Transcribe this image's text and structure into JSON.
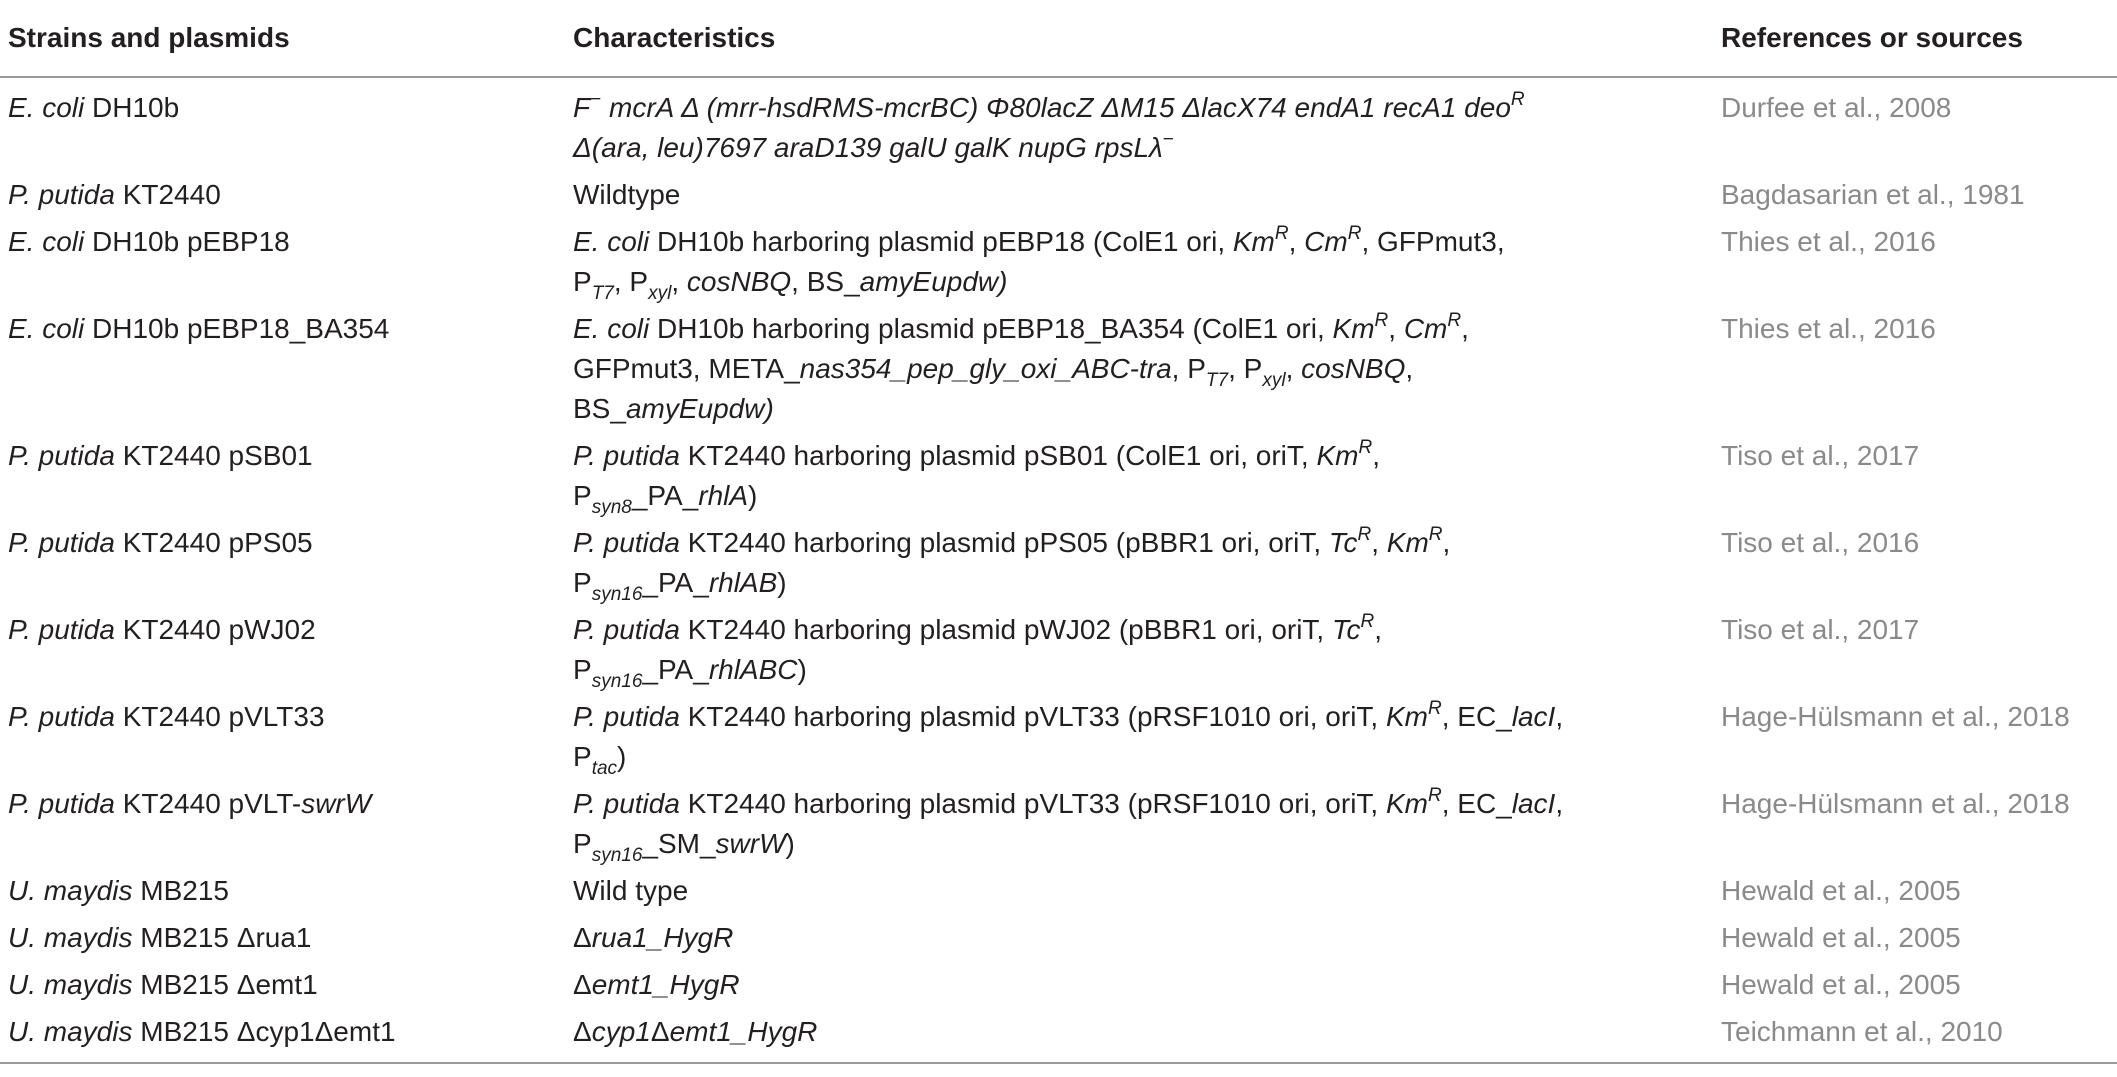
{
  "table": {
    "headers": {
      "strains": "Strains and plasmids",
      "characteristics": "Characteristics",
      "references": "References or sources"
    },
    "rows": [
      {
        "strain": [
          {
            "t": "E. coli",
            "i": true
          },
          {
            "t": " DH10b"
          }
        ],
        "characteristics": [
          {
            "t": "F",
            "i": true
          },
          {
            "t": "−",
            "sup": true
          },
          {
            "t": " mcrA Δ (mrr-hsdRMS-mcrBC) Φ80lacZ ΔM15 ΔlacX74 endA1 recA1 deo",
            "i": true
          },
          {
            "t": "R",
            "sup": true,
            "i": true
          },
          {
            "br": true
          },
          {
            "t": "Δ(ara, leu)7697 araD139 galU galK nupG rpsLλ",
            "i": true
          },
          {
            "t": "−",
            "sup": true
          }
        ],
        "reference": "Durfee et al., 2008"
      },
      {
        "strain": [
          {
            "t": "P. putida",
            "i": true
          },
          {
            "t": " KT2440"
          }
        ],
        "characteristics": [
          {
            "t": "Wildtype"
          }
        ],
        "reference": "Bagdasarian et al., 1981"
      },
      {
        "strain": [
          {
            "t": "E. coli",
            "i": true
          },
          {
            "t": " DH10b pEBP18"
          }
        ],
        "characteristics": [
          {
            "t": "E. coli",
            "i": true
          },
          {
            "t": " DH10b harboring plasmid pEBP18 (ColE1 ori, "
          },
          {
            "t": "Km",
            "i": true
          },
          {
            "t": "R",
            "sup": true,
            "i": true
          },
          {
            "t": ", "
          },
          {
            "t": "Cm",
            "i": true
          },
          {
            "t": "R",
            "sup": true,
            "i": true
          },
          {
            "t": ", GFPmut3,"
          },
          {
            "br": true
          },
          {
            "t": "P"
          },
          {
            "t": "T7",
            "sub": true,
            "i": true
          },
          {
            "t": ", P"
          },
          {
            "t": "xyl",
            "sub": true,
            "i": true
          },
          {
            "t": ", "
          },
          {
            "t": "cosNBQ",
            "i": true
          },
          {
            "t": ", BS_"
          },
          {
            "t": "amyEupdw)",
            "i": true
          }
        ],
        "reference": "Thies et al., 2016"
      },
      {
        "strain": [
          {
            "t": "E. coli",
            "i": true
          },
          {
            "t": " DH10b pEBP18_BA354"
          }
        ],
        "characteristics": [
          {
            "t": "E. coli",
            "i": true
          },
          {
            "t": " DH10b harboring plasmid pEBP18_BA354 (ColE1 ori, "
          },
          {
            "t": "Km",
            "i": true
          },
          {
            "t": "R",
            "sup": true,
            "i": true
          },
          {
            "t": ", "
          },
          {
            "t": "Cm",
            "i": true
          },
          {
            "t": "R",
            "sup": true,
            "i": true
          },
          {
            "t": ","
          },
          {
            "br": true
          },
          {
            "t": "GFPmut3, META_"
          },
          {
            "t": "nas354_pep_gly_oxi_ABC-tra",
            "i": true
          },
          {
            "t": ", P"
          },
          {
            "t": "T7",
            "sub": true,
            "i": true
          },
          {
            "t": ", P"
          },
          {
            "t": "xyl",
            "sub": true,
            "i": true
          },
          {
            "t": ", "
          },
          {
            "t": "cosNBQ",
            "i": true
          },
          {
            "t": ","
          },
          {
            "br": true
          },
          {
            "t": "BS_"
          },
          {
            "t": "amyEupdw)",
            "i": true
          }
        ],
        "reference": "Thies et al., 2016"
      },
      {
        "strain": [
          {
            "t": "P. putida",
            "i": true
          },
          {
            "t": " KT2440 pSB01"
          }
        ],
        "characteristics": [
          {
            "t": "P. putida",
            "i": true
          },
          {
            "t": " KT2440 harboring plasmid pSB01 (ColE1 ori, oriT, "
          },
          {
            "t": "Km",
            "i": true
          },
          {
            "t": "R",
            "sup": true,
            "i": true
          },
          {
            "t": ","
          },
          {
            "br": true
          },
          {
            "t": "P"
          },
          {
            "t": "syn8",
            "sub": true,
            "i": true
          },
          {
            "t": "_PA_"
          },
          {
            "t": "rhlA",
            "i": true
          },
          {
            "t": ")"
          }
        ],
        "reference": "Tiso et al., 2017"
      },
      {
        "strain": [
          {
            "t": "P. putida",
            "i": true
          },
          {
            "t": " KT2440 pPS05"
          }
        ],
        "characteristics": [
          {
            "t": "P. putida",
            "i": true
          },
          {
            "t": " KT2440 harboring plasmid pPS05 (pBBR1 ori, oriT, "
          },
          {
            "t": "Tc",
            "i": true
          },
          {
            "t": "R",
            "sup": true,
            "i": true
          },
          {
            "t": ", "
          },
          {
            "t": "Km",
            "i": true
          },
          {
            "t": "R",
            "sup": true,
            "i": true
          },
          {
            "t": ","
          },
          {
            "br": true
          },
          {
            "t": "P"
          },
          {
            "t": "syn16",
            "sub": true,
            "i": true
          },
          {
            "t": "_PA_"
          },
          {
            "t": "rhlAB",
            "i": true
          },
          {
            "t": ")"
          }
        ],
        "reference": "Tiso et al., 2016"
      },
      {
        "strain": [
          {
            "t": "P. putida",
            "i": true
          },
          {
            "t": " KT2440 pWJ02"
          }
        ],
        "characteristics": [
          {
            "t": "P. putida",
            "i": true
          },
          {
            "t": " KT2440 harboring plasmid pWJ02 (pBBR1 ori, oriT, "
          },
          {
            "t": "Tc",
            "i": true
          },
          {
            "t": "R",
            "sup": true,
            "i": true
          },
          {
            "t": ","
          },
          {
            "br": true
          },
          {
            "t": "P"
          },
          {
            "t": "syn16",
            "sub": true,
            "i": true
          },
          {
            "t": "_PA_"
          },
          {
            "t": "rhlABC",
            "i": true
          },
          {
            "t": ")"
          }
        ],
        "reference": "Tiso et al., 2017"
      },
      {
        "strain": [
          {
            "t": "P. putida",
            "i": true
          },
          {
            "t": " KT2440 pVLT33"
          }
        ],
        "characteristics": [
          {
            "t": "P. putida",
            "i": true
          },
          {
            "t": " KT2440 harboring plasmid pVLT33 (pRSF1010 ori, oriT, "
          },
          {
            "t": "Km",
            "i": true
          },
          {
            "t": "R",
            "sup": true,
            "i": true
          },
          {
            "t": ", EC_"
          },
          {
            "t": "lacI",
            "i": true
          },
          {
            "t": ","
          },
          {
            "br": true
          },
          {
            "t": "P"
          },
          {
            "t": "tac",
            "sub": true,
            "i": true
          },
          {
            "t": ")"
          }
        ],
        "reference": "Hage-Hülsmann et al., 2018"
      },
      {
        "strain": [
          {
            "t": "P. putida",
            "i": true
          },
          {
            "t": " KT2440 pVLT-"
          },
          {
            "t": "swrW",
            "i": true
          }
        ],
        "characteristics": [
          {
            "t": "P. putida",
            "i": true
          },
          {
            "t": " KT2440 harboring plasmid pVLT33 (pRSF1010 ori, oriT, "
          },
          {
            "t": "Km",
            "i": true
          },
          {
            "t": "R",
            "sup": true,
            "i": true
          },
          {
            "t": ", EC_"
          },
          {
            "t": "lacI",
            "i": true
          },
          {
            "t": ","
          },
          {
            "br": true
          },
          {
            "t": "P"
          },
          {
            "t": "syn16",
            "sub": true,
            "i": true
          },
          {
            "t": "_SM_"
          },
          {
            "t": "swrW",
            "i": true
          },
          {
            "t": ")"
          }
        ],
        "reference": "Hage-Hülsmann et al., 2018"
      },
      {
        "strain": [
          {
            "t": "U. maydis",
            "i": true
          },
          {
            "t": " MB215"
          }
        ],
        "characteristics": [
          {
            "t": "Wild type"
          }
        ],
        "reference": "Hewald et al., 2005"
      },
      {
        "strain": [
          {
            "t": "U. maydis",
            "i": true
          },
          {
            "t": " MB215 Δrua1"
          }
        ],
        "characteristics": [
          {
            "t": "Δ"
          },
          {
            "t": "rua1_HygR",
            "i": true
          }
        ],
        "reference": "Hewald et al., 2005"
      },
      {
        "strain": [
          {
            "t": "U. maydis",
            "i": true
          },
          {
            "t": " MB215 Δemt1"
          }
        ],
        "characteristics": [
          {
            "t": "Δ"
          },
          {
            "t": "emt1_HygR",
            "i": true
          }
        ],
        "reference": "Hewald et al., 2005"
      },
      {
        "strain": [
          {
            "t": "U. maydis",
            "i": true
          },
          {
            "t": " MB215 Δcyp1Δemt1"
          }
        ],
        "characteristics": [
          {
            "t": "Δ"
          },
          {
            "t": "cyp1",
            "i": true
          },
          {
            "t": "Δ"
          },
          {
            "t": "emt1_HygR",
            "i": true
          }
        ],
        "reference": "Teichmann et al., 2010"
      }
    ]
  }
}
